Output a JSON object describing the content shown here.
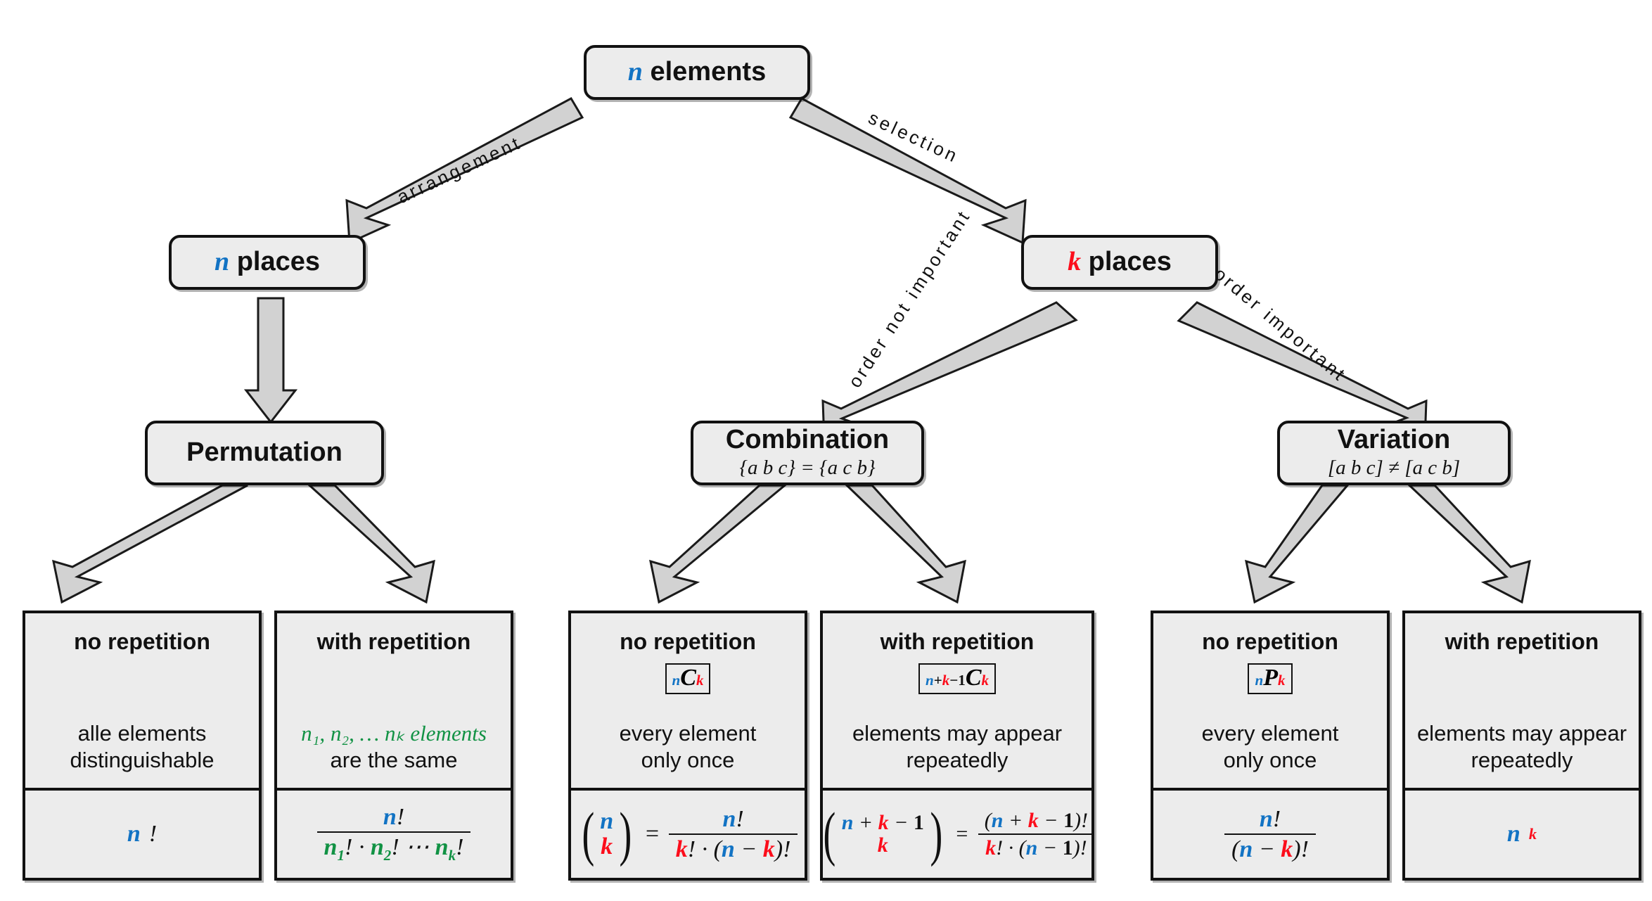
{
  "diagram": {
    "title": "Combinatorics decision tree",
    "colors": {
      "n_color": "#1273c4",
      "k_color": "#fc0d1b",
      "multi_color": "#119244",
      "node_fill": "#ececec",
      "node_border": "#111111",
      "arrow_fill": "#d0d0d0"
    }
  },
  "nodes": {
    "root": {
      "var": "n",
      "label": "elements"
    },
    "n_places": {
      "var": "n",
      "label": "places"
    },
    "k_places": {
      "var": "k",
      "label": "places"
    },
    "permutation": {
      "title": "Permutation",
      "sub": ""
    },
    "combination": {
      "title": "Combination",
      "sub": "{a b c} = {a c b}"
    },
    "variation": {
      "title": "Variation",
      "sub": "[a b c] ≠ [a c b]"
    }
  },
  "edges": {
    "arrangement": "arrangement",
    "selection": "selection",
    "order_not_important": "order not important",
    "order_important": "order important"
  },
  "leaves": [
    {
      "id": "perm-no-rep",
      "head": "no repetition",
      "notation": "",
      "desc_line1": "alle elements",
      "desc_line2": "distinguishable",
      "formula_text": "n!"
    },
    {
      "id": "perm-with-rep",
      "head": "with repetition",
      "notation": "",
      "desc_line1": "n₁, n₂, … nₖ elements",
      "desc_line2": "are the same",
      "formula_text": "n! / (n₁! · n₂! ⋯ nₖ!)"
    },
    {
      "id": "comb-no-rep",
      "head": "no repetition",
      "notation": "nCk",
      "desc_line1": "every element",
      "desc_line2": "only once",
      "formula_text": "(n over k) = n! / (k! · (n − k)!)"
    },
    {
      "id": "comb-with-rep",
      "head": "with repetition",
      "notation": "n+k-1Ck",
      "desc_line1": "elements may appear",
      "desc_line2": "repeatedly",
      "formula_text": "(n + k − 1 over k) = (n + k − 1)! / (k! · (n − 1)!)"
    },
    {
      "id": "var-no-rep",
      "head": "no repetition",
      "notation": "nPk",
      "desc_line1": "every element",
      "desc_line2": "only once",
      "formula_text": "n! / (n − k)!"
    },
    {
      "id": "var-with-rep",
      "head": "with repetition",
      "notation": "",
      "desc_line1": "elements may appear",
      "desc_line2": "repeatedly",
      "formula_text": "n^k"
    }
  ],
  "symbols": {
    "n": "n",
    "k": "k",
    "one": "1",
    "bang": "!",
    "dot": "·",
    "minus": "−",
    "plus": "+",
    "equals": "=",
    "ellipsis": "⋯",
    "lparen": "(",
    "rparen": ")",
    "C": "C",
    "P": "P",
    "n1": "n",
    "n2": "n",
    "nk": "n",
    "s1": "1",
    "s2": "2",
    "sk": "k",
    "comma": ",",
    "dots": "…",
    "elements_word": "elements"
  }
}
